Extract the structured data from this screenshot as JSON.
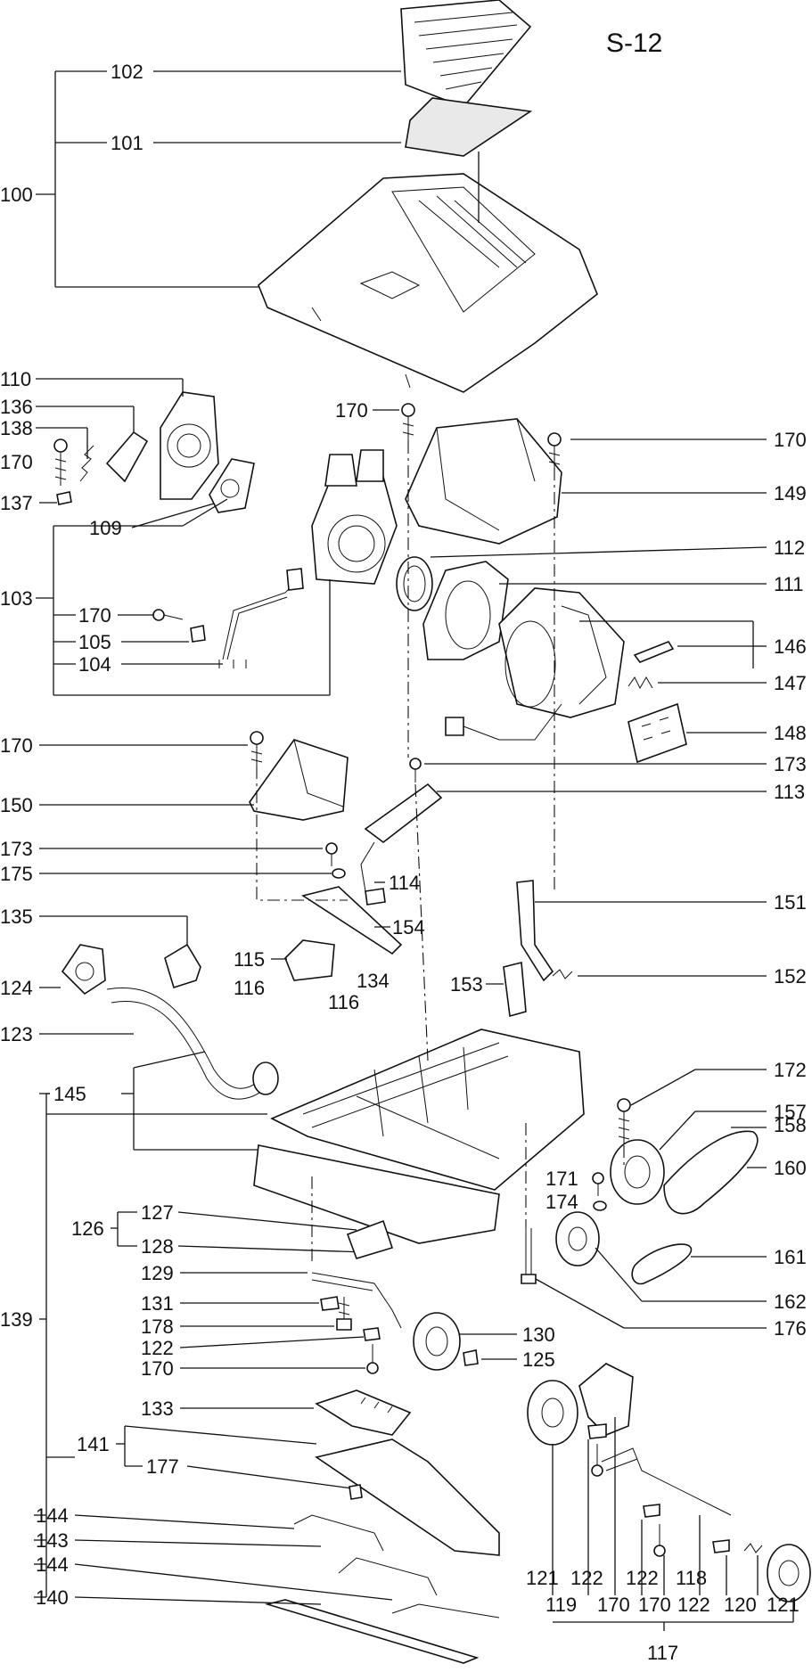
{
  "diagram_title": "S-12",
  "callouts": {
    "c100": "100",
    "c101": "101",
    "c102": "102",
    "c103": "103",
    "c104": "104",
    "c105": "105",
    "c109": "109",
    "c110": "110",
    "c111": "111",
    "c112": "112",
    "c113": "113",
    "c114": "114",
    "c115": "115",
    "c116a": "116",
    "c116b": "116",
    "c117": "117",
    "c118": "118",
    "c119": "119",
    "c120": "120",
    "c121a": "121",
    "c121b": "121",
    "c122a": "122",
    "c122b": "122",
    "c122c": "122",
    "c122d": "122",
    "c123": "123",
    "c124": "124",
    "c125": "125",
    "c126": "126",
    "c127": "127",
    "c128": "128",
    "c129": "129",
    "c130": "130",
    "c131": "131",
    "c133": "133",
    "c134": "134",
    "c135": "135",
    "c136": "136",
    "c137": "137",
    "c138": "138",
    "c139": "139",
    "c140": "140",
    "c141": "141",
    "c143": "143",
    "c144a": "144",
    "c144b": "144",
    "c145": "145",
    "c146": "146",
    "c147": "147",
    "c148": "148",
    "c149": "149",
    "c150": "150",
    "c151": "151",
    "c152": "152",
    "c153": "153",
    "c154": "154",
    "c157": "157",
    "c158": "158",
    "c160": "160",
    "c161": "161",
    "c162": "162",
    "c170a": "170",
    "c170b": "170",
    "c170c": "170",
    "c170d": "170",
    "c170e": "170",
    "c170f": "170",
    "c170g": "170",
    "c170h": "170",
    "c171": "171",
    "c172": "172",
    "c173a": "173",
    "c173b": "173",
    "c174": "174",
    "c175": "175",
    "c176": "176",
    "c177": "177",
    "c178": "178"
  }
}
